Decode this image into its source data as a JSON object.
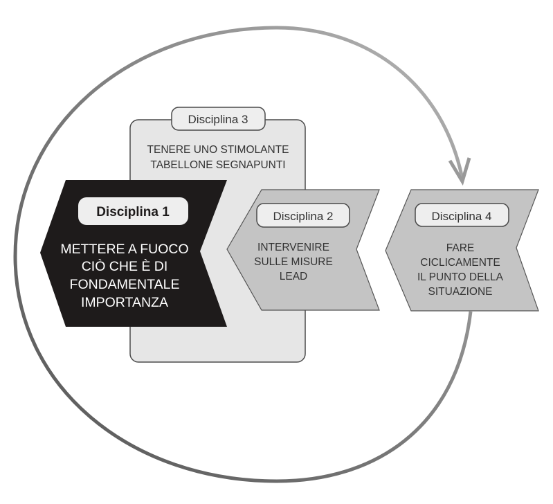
{
  "disciplines": [
    {
      "label": "Disciplina 1",
      "lines": [
        "METTERE A FUOCO",
        "CIÒ CHE È DI",
        "FONDAMENTALE",
        "IMPORTANZA"
      ]
    },
    {
      "label": "Disciplina 2",
      "lines": [
        "INTERVENIRE",
        "SULLE MISURE",
        "LEAD"
      ]
    },
    {
      "label": "Disciplina 3",
      "lines": [
        "TENERE UNO STIMOLANTE",
        "TABELLONE SEGNAPUNTI"
      ]
    },
    {
      "label": "Disciplina 4",
      "lines": [
        "FARE",
        "CICLICAMENTE",
        "IL PUNTO DELLA",
        "SITUAZIONE"
      ]
    }
  ],
  "colors": {
    "dark": "#1e1b1b",
    "panel": "#e6e6e6",
    "chevron": "#c4c4c4",
    "pill": "#eeeeee",
    "outline": "#4a4a4a"
  }
}
